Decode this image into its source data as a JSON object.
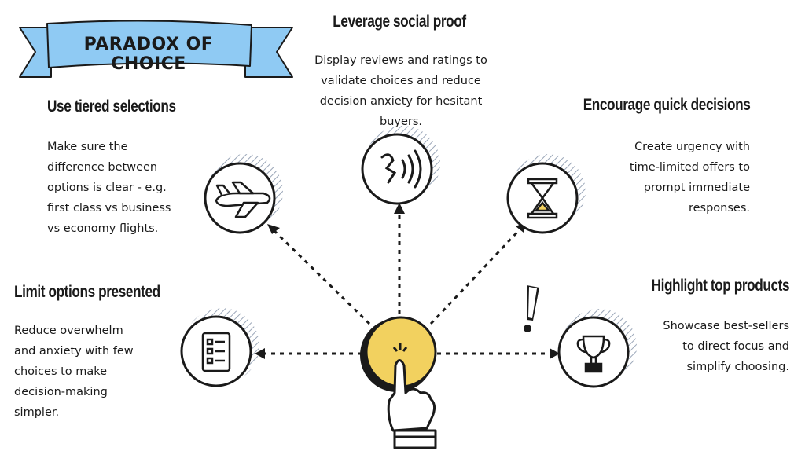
{
  "title": "PARADOX OF CHOICE",
  "colors": {
    "banner": "#8fcaf3",
    "center": "#f2d15f",
    "ink": "#1a1a1a",
    "hatch": "#9aa6b8"
  },
  "center": {
    "icon": "pointing-hand-icon"
  },
  "tips": [
    {
      "id": "social-proof",
      "heading": "Leverage social proof",
      "lines": [
        "Display reviews and ratings to",
        "validate choices and reduce",
        "decision anxiety for hesitant",
        "buyers."
      ],
      "icon": "voice-speaking-icon"
    },
    {
      "id": "tiered",
      "heading": "Use tiered selections",
      "lines": [
        "Make sure the",
        "difference between",
        "options is clear - e.g.",
        "first class vs business",
        "vs economy flights."
      ],
      "icon": "airplane-icon"
    },
    {
      "id": "quick",
      "heading": "Encourage quick decisions",
      "lines": [
        "Create urgency with",
        "time-limited offers to",
        "prompt immediate",
        "responses."
      ],
      "icon": "hourglass-icon"
    },
    {
      "id": "limit",
      "heading": "Limit options presented",
      "lines": [
        "Reduce overwhelm",
        "and anxiety with few",
        "choices to make",
        "decision-making",
        "simpler."
      ],
      "icon": "checklist-icon"
    },
    {
      "id": "highlight",
      "heading": "Highlight top products",
      "lines": [
        "Showcase best-sellers",
        "to direct focus and",
        "simplify choosing."
      ],
      "icon": "trophy-icon"
    }
  ]
}
